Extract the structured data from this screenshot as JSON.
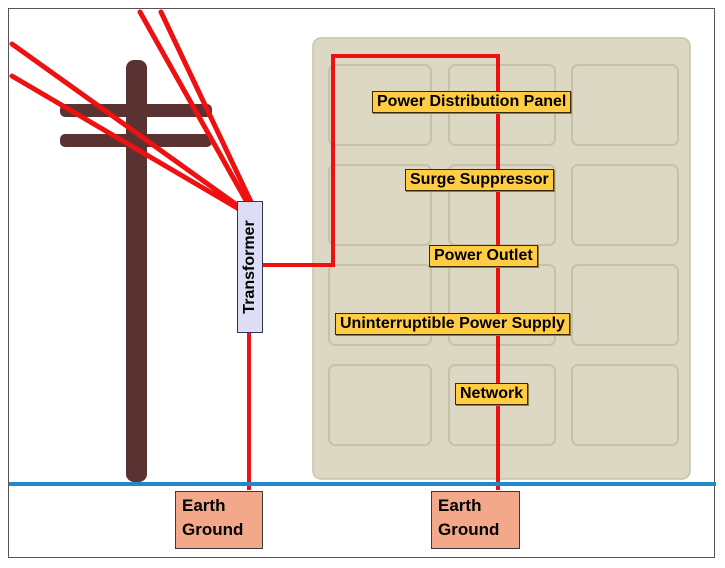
{
  "labels": {
    "power_distribution_panel": "Power Distribution Panel",
    "surge_suppressor": "Surge Suppressor",
    "power_outlet": "Power Outlet",
    "ups": "Uninterruptible Power Supply",
    "network": "Network",
    "transformer": "Transformer",
    "earth_ground_left": [
      "Earth",
      "Ground"
    ],
    "earth_ground_right": [
      "Earth",
      "Ground"
    ]
  },
  "colors": {
    "wire": "#ee1111",
    "ground_line": "#2288cc",
    "pole": "#5a3232",
    "building": "#ddd8c4",
    "label_fill": "#ffcc44",
    "earth_fill": "#f4a88a",
    "transformer_fill": "#ddddf6"
  }
}
